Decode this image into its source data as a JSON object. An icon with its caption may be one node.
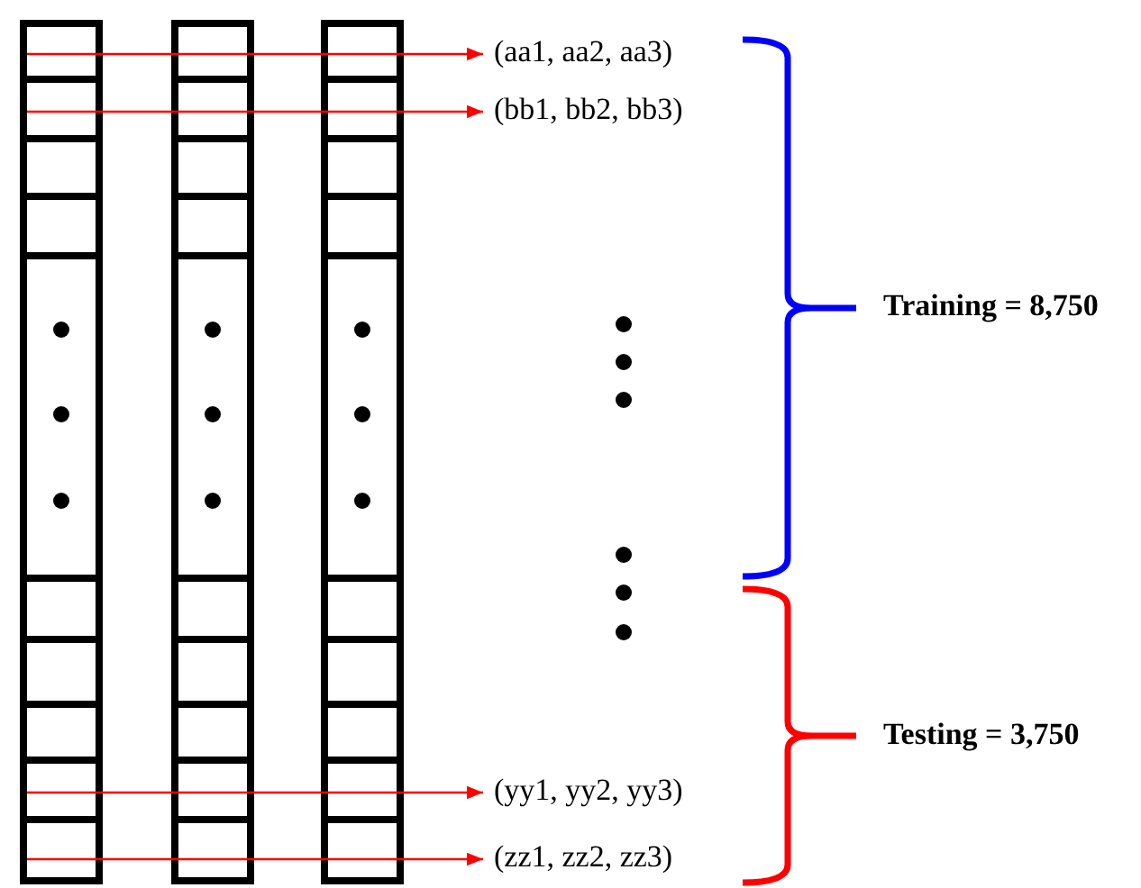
{
  "diagram": {
    "nodes": [
      {
        "text": [
          "(aa1, aa2, aa3)"
        ]
      },
      {
        "text": [
          "(bb1, bb2, bb3)"
        ]
      },
      {
        "text": [
          "(yy1, yy2, yy3)"
        ]
      },
      {
        "text": [
          "(zz1, zz2, zz3)"
        ]
      }
    ],
    "edges": [
      {
        "from": null,
        "to": 0,
        "arrow": "to"
      },
      {
        "from": null,
        "to": 1,
        "arrow": "to"
      },
      {
        "from": null,
        "to": 2,
        "arrow": "to"
      },
      {
        "from": null,
        "to": 3,
        "arrow": "to"
      }
    ],
    "labels": [
      "Training = 8,750",
      "Testing = 3,750"
    ]
  }
}
